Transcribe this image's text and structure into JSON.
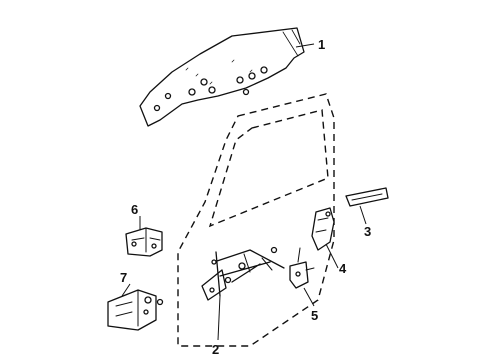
{
  "callouts": {
    "c1": "1",
    "c2": "2",
    "c3": "3",
    "c4": "4",
    "c5": "5",
    "c6": "6",
    "c7": "7"
  },
  "parts": [
    {
      "number": "1",
      "name": "door-glass"
    },
    {
      "number": "2",
      "name": "window-regulator"
    },
    {
      "number": "3",
      "name": "outside-handle"
    },
    {
      "number": "4",
      "name": "door-lock"
    },
    {
      "number": "5",
      "name": "lock-actuator"
    },
    {
      "number": "6",
      "name": "door-hinge"
    },
    {
      "number": "7",
      "name": "lower-hinge"
    }
  ]
}
